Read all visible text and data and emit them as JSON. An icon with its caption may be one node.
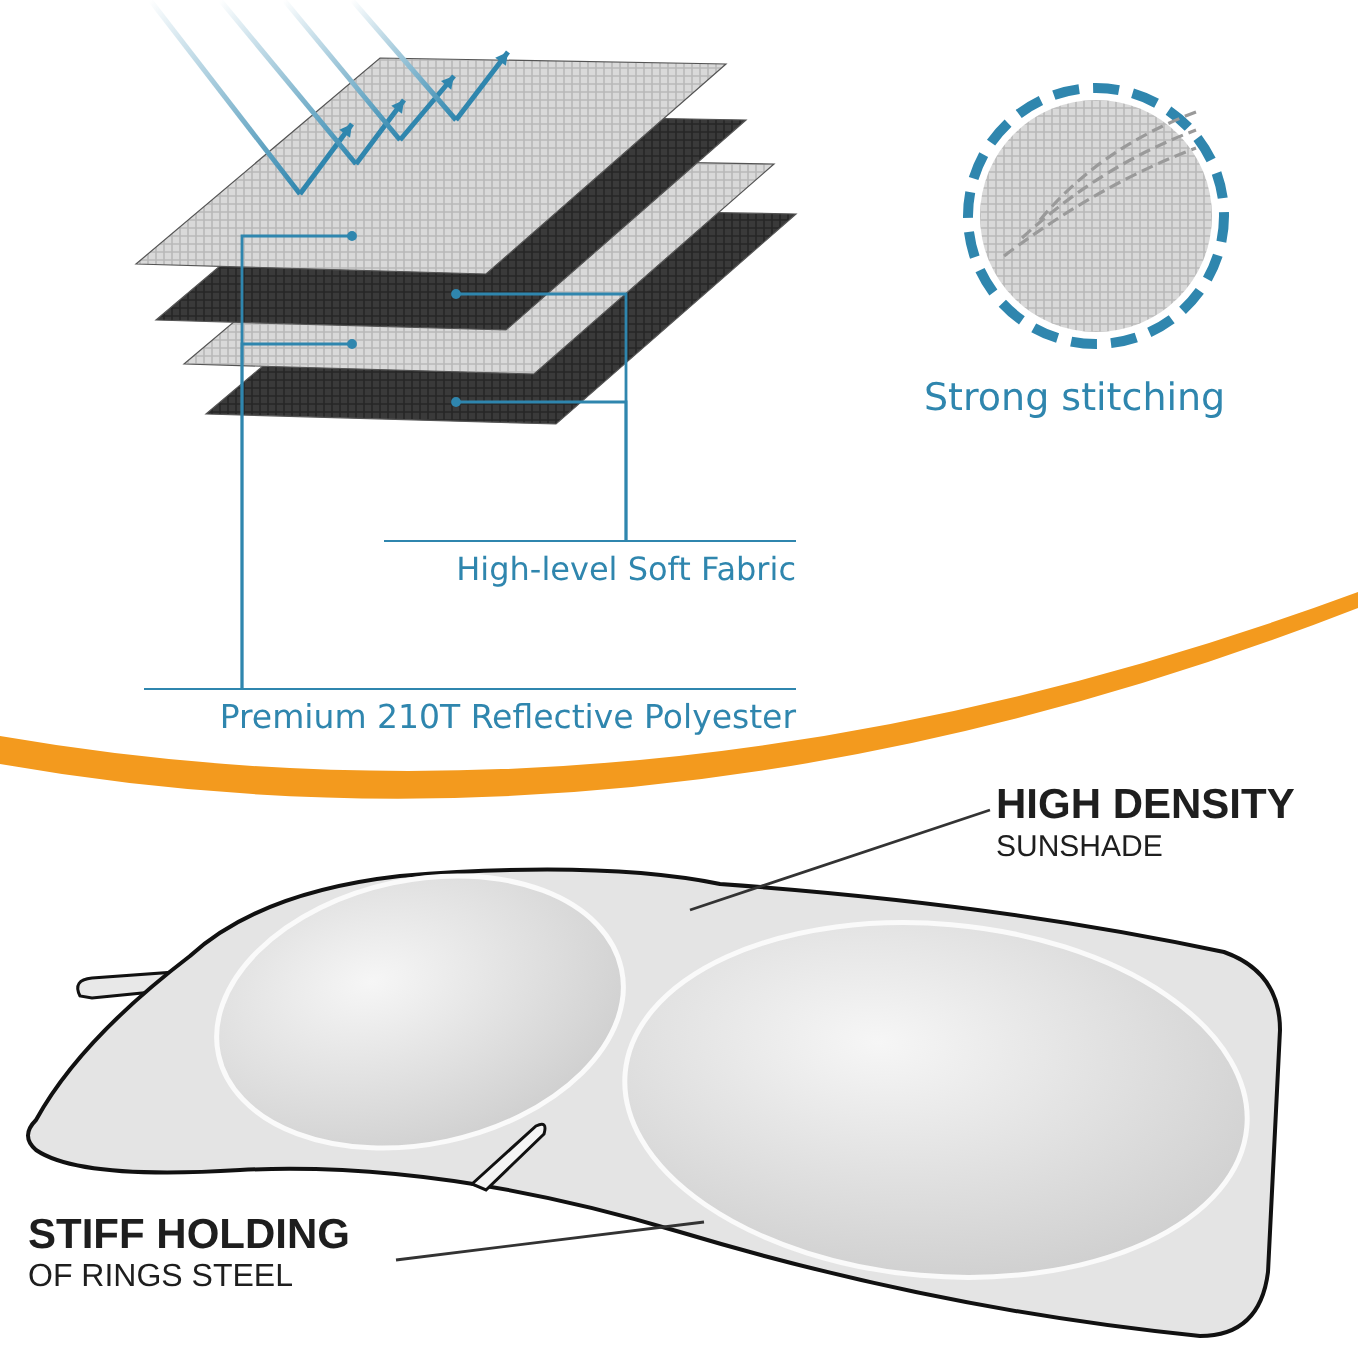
{
  "diagram": {
    "nodes": [
      {
        "text": [],
        "shape": "picture"
      },
      {
        "text": [],
        "shape": "picture"
      },
      {
        "text": [],
        "shape": "picture"
      },
      {
        "text": [],
        "shape": "picture"
      },
      {
        "text": [
          "High-level Soft Fabric"
        ]
      },
      {
        "text": [
          "Premium 210T Reflective Polyester"
        ]
      },
      {
        "text": [
          "Strong stitching"
        ]
      },
      {
        "text": [
          "HIGH DENSITY",
          "SUNSHADE"
        ]
      },
      {
        "text": [
          "STIFF HOLDING",
          "OF RINGS STEEL"
        ]
      },
      {
        "text": [],
        "shape": "picture"
      }
    ],
    "edges": [
      {
        "from": 4,
        "to": 1,
        "arrow": "other"
      },
      {
        "from": 4,
        "to": 3,
        "arrow": "other"
      },
      {
        "from": 5,
        "to": 0,
        "arrow": "other"
      },
      {
        "from": 5,
        "to": 2,
        "arrow": "other"
      },
      {
        "from": 7,
        "to": 9,
        "arrow": "none",
        "color": "#333333"
      },
      {
        "from": 8,
        "to": 9,
        "arrow": "none",
        "color": "#333333"
      }
    ]
  }
}
